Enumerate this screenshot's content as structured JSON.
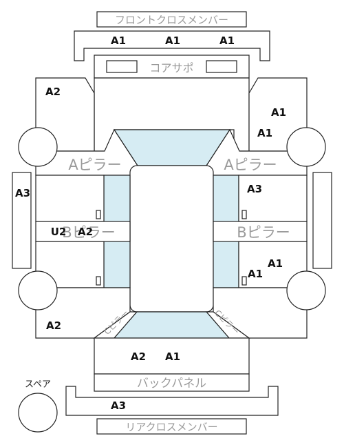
{
  "labels": {
    "front_cross_member": "フロントクロスメンバー",
    "core_support": "コアサポ",
    "a_pillar_left": "Aピラー",
    "a_pillar_right": "Aピラー",
    "b_pillar_left": "Bピラー",
    "b_pillar_right": "Bピラー",
    "c_pillar_left": "Cピラー",
    "c_pillar_right": "Cピラー",
    "back_panel": "バックパネル",
    "rear_cross_member": "リアクロスメンバー",
    "spare": "スペア"
  },
  "grades": {
    "front_cross_1": "A1",
    "front_cross_2": "A1",
    "front_cross_3": "A1",
    "front_left": "A2",
    "front_right_1": "A1",
    "front_right_2": "A1",
    "left_rocker": "A3",
    "right_door_front": "A3",
    "left_door_1": "U2",
    "left_door_2": "A2",
    "right_door_rear_1": "A1",
    "right_door_rear_2": "A1",
    "rear_left": "A2",
    "trunk_1": "A2",
    "trunk_2": "A1",
    "rear_cross": "A3"
  },
  "colors": {
    "glass": "#d6ecf3",
    "line": "#222222",
    "label_gray": "#9a9a9a"
  }
}
